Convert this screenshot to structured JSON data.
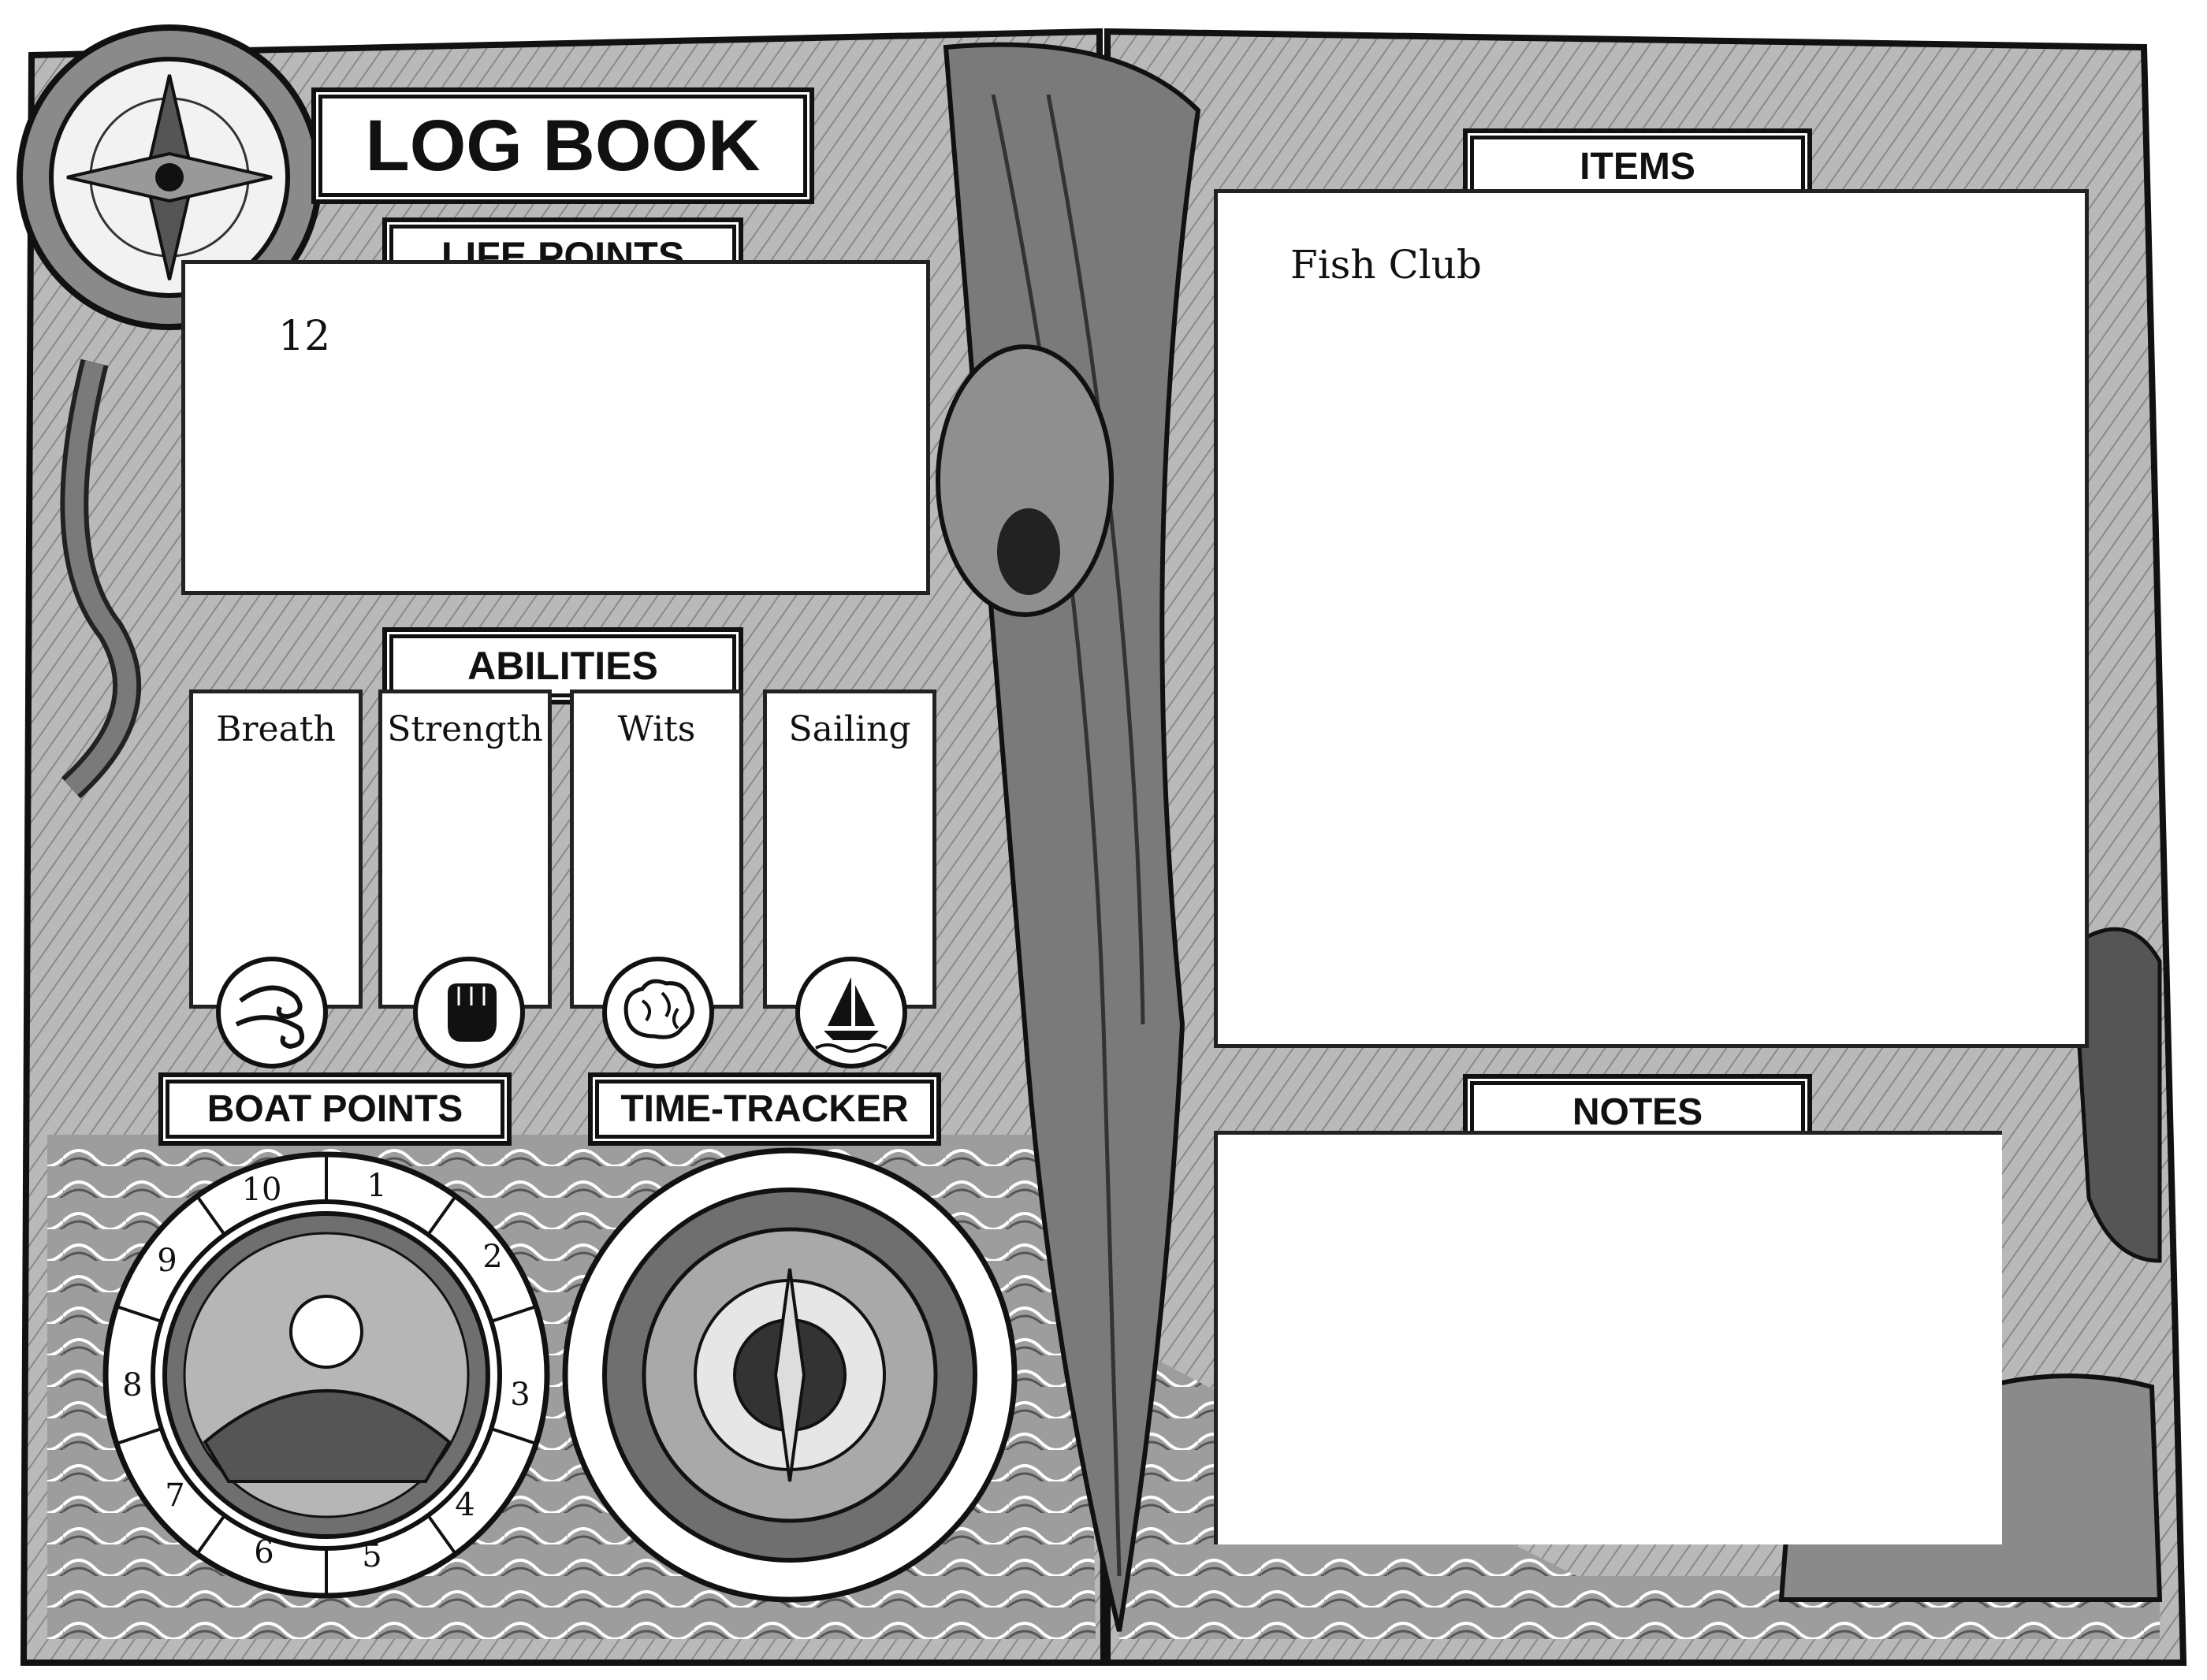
{
  "left_page": {
    "title": "LOG BOOK",
    "life_points": {
      "heading": "LIFE POINTS",
      "value": "12"
    },
    "abilities": {
      "heading": "ABILITIES",
      "items": [
        {
          "label": "Breath",
          "icon": "wind-swirl-icon"
        },
        {
          "label": "Strength",
          "icon": "fist-icon"
        },
        {
          "label": "Wits",
          "icon": "brain-icon"
        },
        {
          "label": "Sailing",
          "icon": "sailboat-icon"
        }
      ]
    },
    "boat_points": {
      "heading": "BOAT POINTS",
      "dial_numbers": [
        "1",
        "2",
        "3",
        "4",
        "5",
        "6",
        "7",
        "8",
        "9",
        "10"
      ]
    },
    "time_tracker": {
      "heading": "TIME-TRACKER"
    }
  },
  "right_page": {
    "items": {
      "heading": "ITEMS",
      "entries": [
        "Fish Club"
      ]
    },
    "notes": {
      "heading": "NOTES"
    }
  },
  "colors": {
    "ink": "#111111",
    "paper": "#ffffff",
    "shade_dark": "#6a6a6a",
    "shade_mid": "#9a9a9a",
    "shade_light": "#c8c8c8"
  }
}
